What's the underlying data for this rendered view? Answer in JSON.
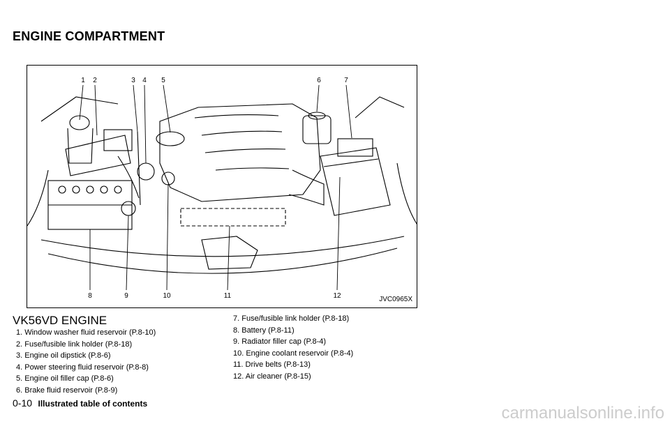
{
  "section_title": "ENGINE COMPARTMENT",
  "figure": {
    "code": "JVC0965X",
    "top_callouts": [
      "1",
      "2",
      "3",
      "4",
      "5",
      "6",
      "7"
    ],
    "bottom_callouts": [
      "8",
      "9",
      "10",
      "11",
      "12"
    ]
  },
  "engine_title": "VK56VD ENGINE",
  "items_left": [
    "1.  Window washer fluid reservoir (P.8-10)",
    "2.  Fuse/fusible link holder (P.8-18)",
    "3.  Engine oil dipstick (P.8-6)",
    "4.  Power steering fluid reservoir (P.8-8)",
    "5.  Engine oil filler cap (P.8-6)",
    "6.  Brake fluid reservoir (P.8-9)"
  ],
  "items_right": [
    "7.  Fuse/fusible link holder (P.8-18)",
    "8.  Battery (P.8-11)",
    "9.  Radiator filler cap (P.8-4)",
    "10.  Engine coolant reservoir (P.8-4)",
    "11.  Drive belts (P.8-13)",
    "12.  Air cleaner (P.8-15)"
  ],
  "footer": {
    "page_number": "0-10",
    "title": "Illustrated table of contents"
  },
  "watermark": "carmanualsonline.info"
}
